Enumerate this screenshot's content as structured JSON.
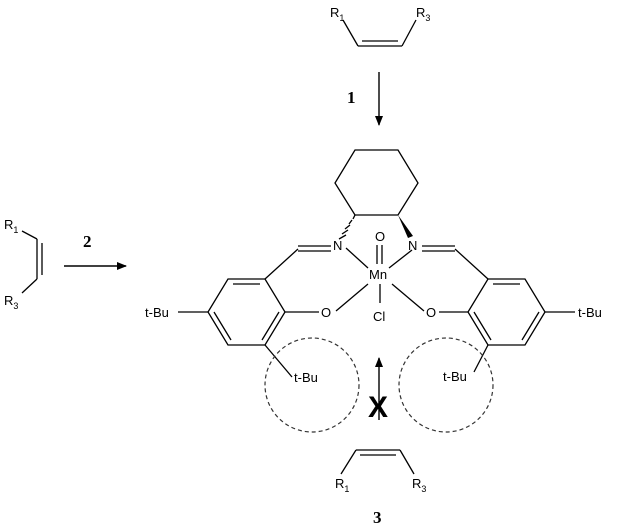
{
  "reagents": {
    "r1": "R",
    "r1_sub": "1",
    "r3": "R",
    "r3_sub": "3"
  },
  "catalyst": {
    "metal": "Mn",
    "oxo": "O",
    "chloride": "Cl",
    "n_left": "N",
    "n_right": "N",
    "o_left": "O",
    "o_right": "O",
    "tbu_left_para": "t-Bu",
    "tbu_right_para": "t-Bu",
    "tbu_left_ortho": "t-Bu",
    "tbu_right_ortho": "t-Bu"
  },
  "approaches": {
    "top_label": "1",
    "left_label": "2",
    "bottom_label": "3",
    "blocked_mark": "X"
  }
}
